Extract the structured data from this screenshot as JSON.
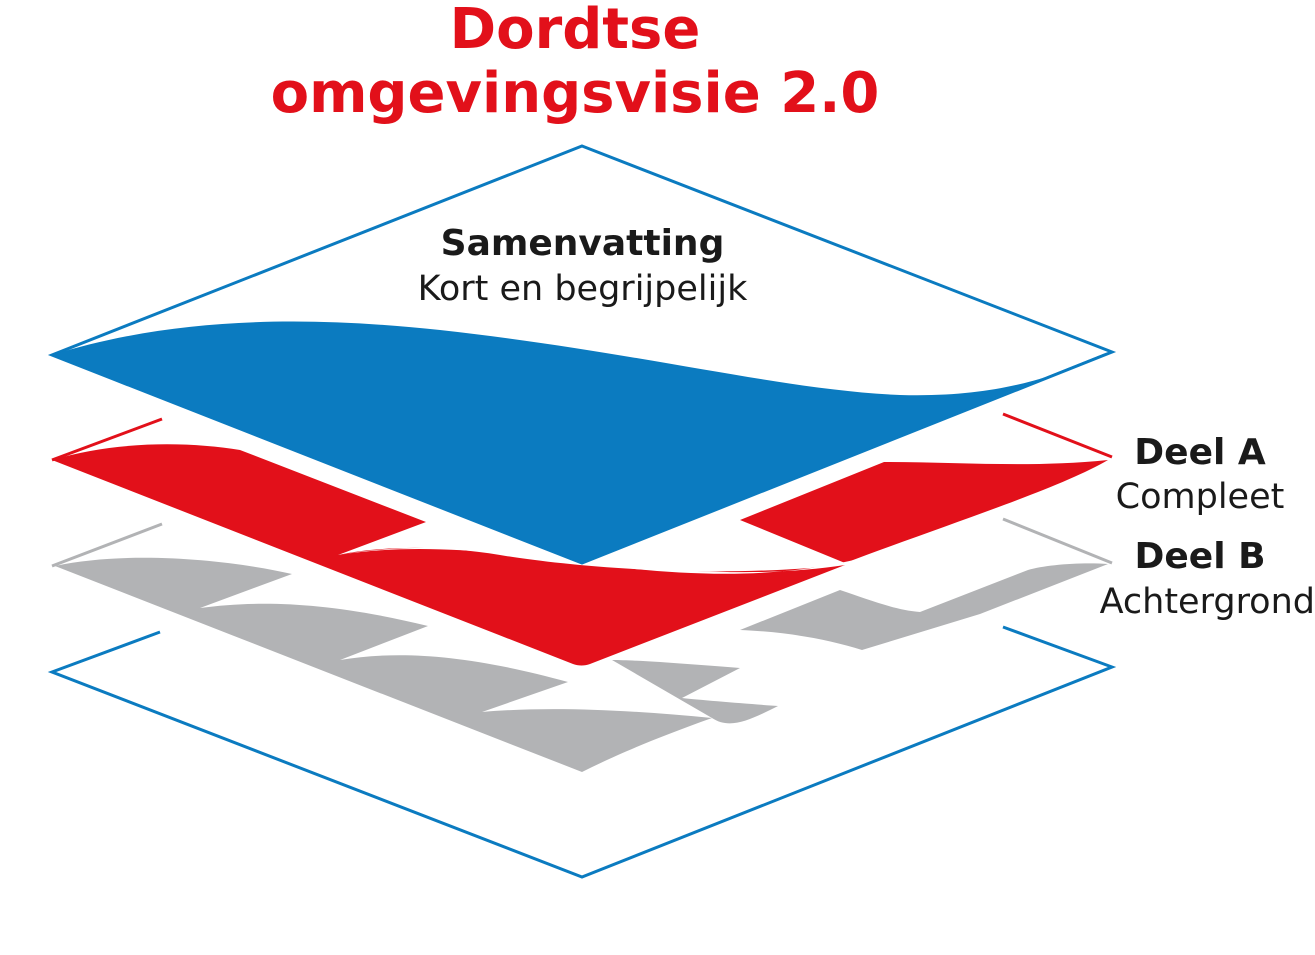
{
  "title": {
    "line1": "Dordtse",
    "line2": "omgevingsvisie 2.0"
  },
  "layers": {
    "summary": {
      "title": "Samenvatting",
      "subtitle": "Kort en begrijpelijk"
    },
    "part_a": {
      "title": "Deel A",
      "subtitle": "Compleet"
    },
    "part_b": {
      "title": "Deel B",
      "subtitle": "Achtergrond"
    }
  },
  "colors": {
    "title_red": "#e2101a",
    "summary_blue": "#0b7bc0",
    "part_a_red": "#e2101a",
    "part_b_grey": "#b2b3b5",
    "outline_blue": "#0b7bc0"
  }
}
